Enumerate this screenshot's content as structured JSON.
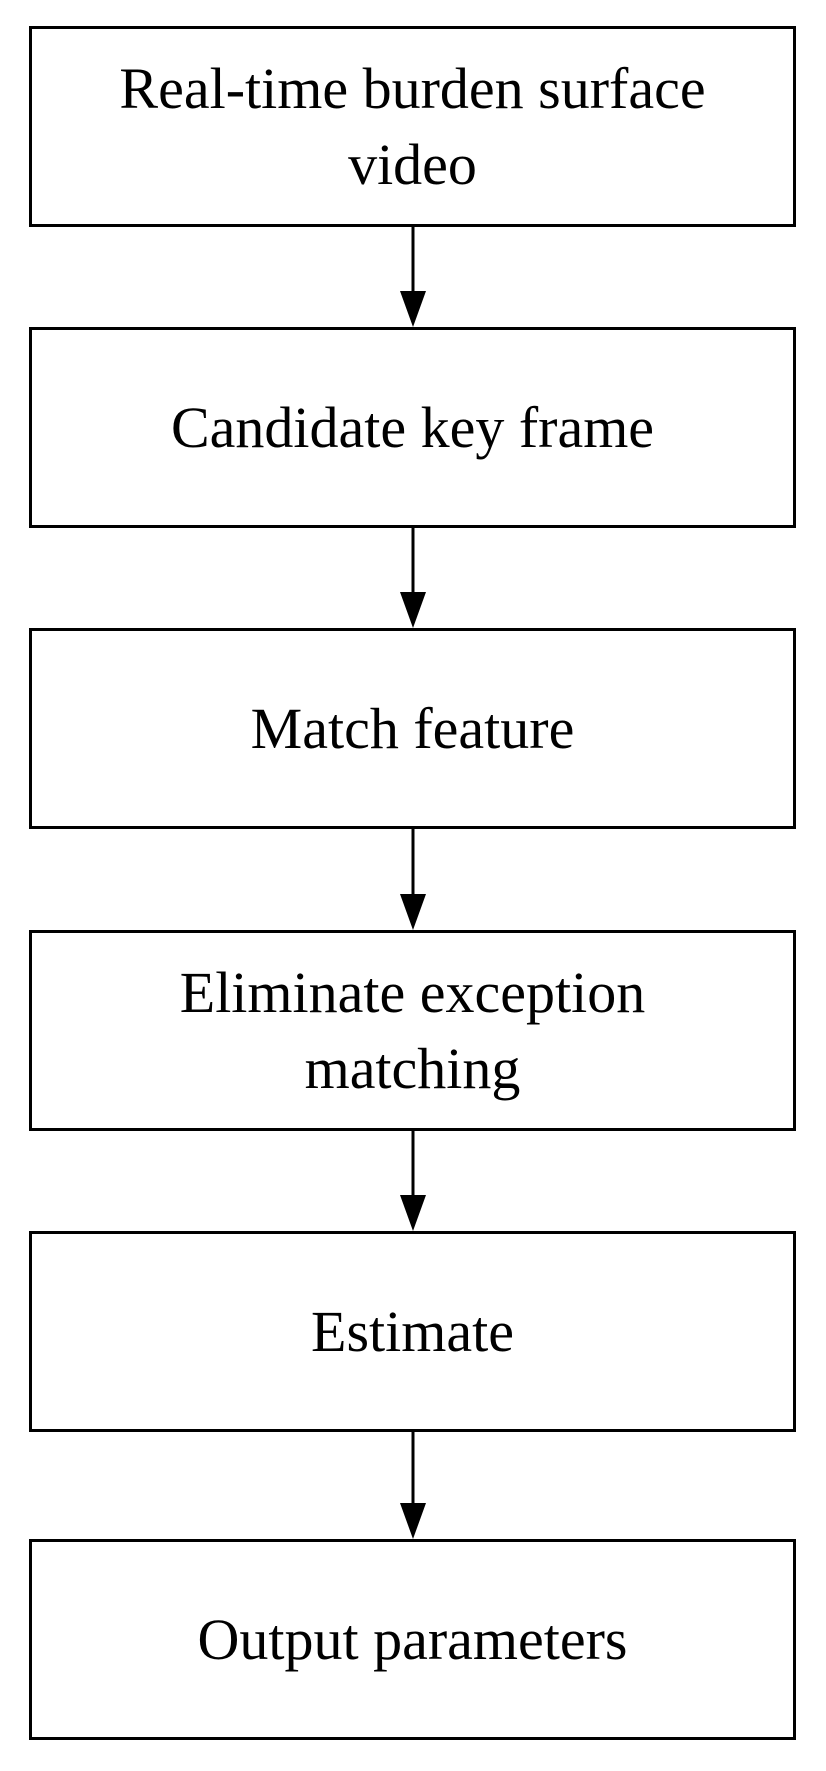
{
  "flowchart": {
    "steps": [
      {
        "label": "Real-time burden surface video"
      },
      {
        "label": "Candidate key frame"
      },
      {
        "label": "Match feature"
      },
      {
        "label": "Eliminate exception matching"
      },
      {
        "label": "Estimate"
      },
      {
        "label": "Output parameters"
      }
    ],
    "line_color": "#000000"
  }
}
